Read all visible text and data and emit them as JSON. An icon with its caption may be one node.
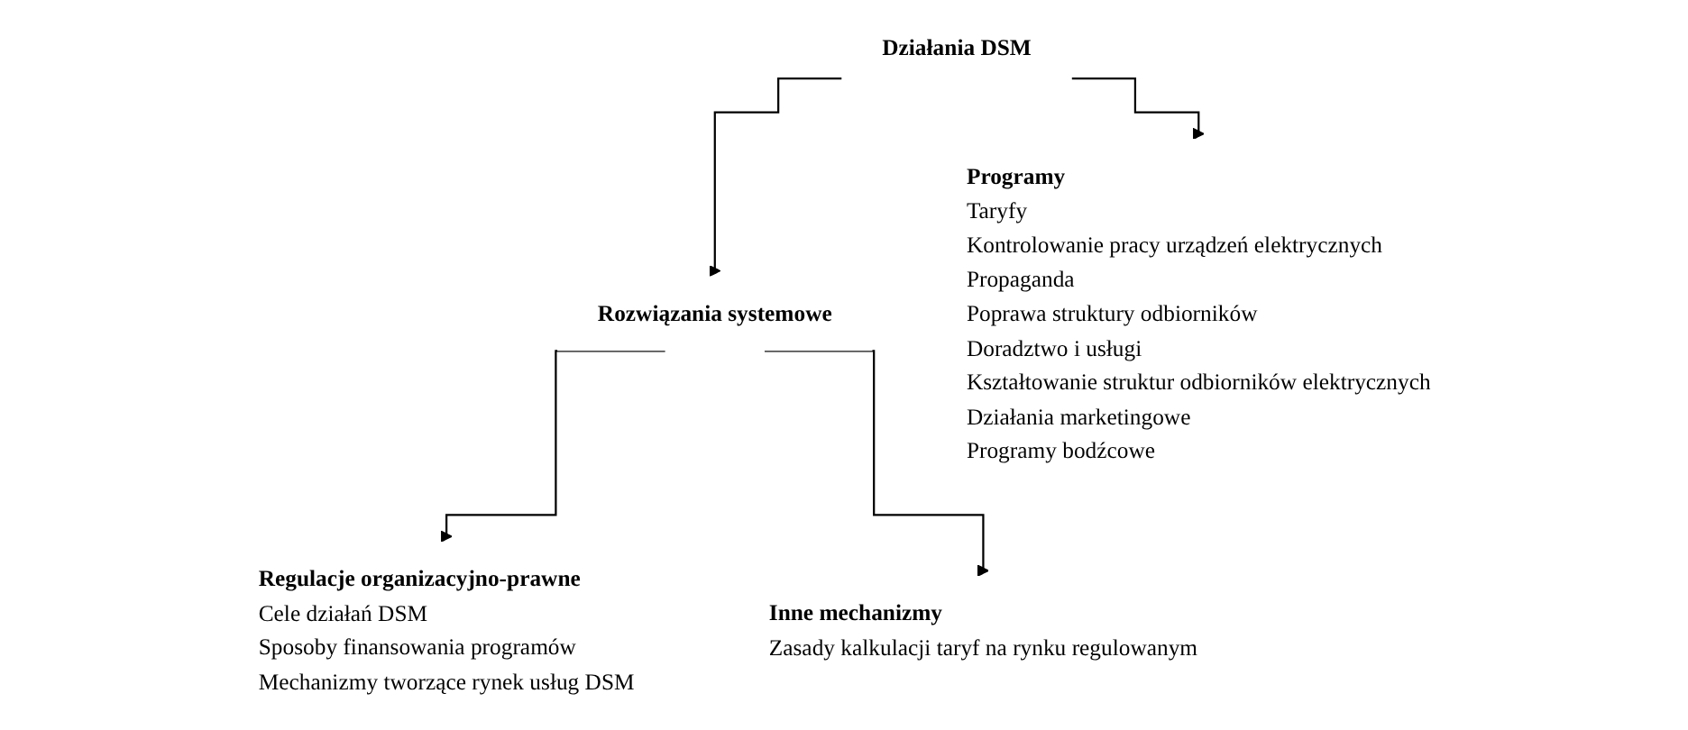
{
  "diagram": {
    "nodes": [
      {
        "text": [
          "Działania DSM"
        ]
      },
      {
        "text": [
          "Rozwiązania systemowe"
        ]
      },
      {
        "text": [
          "Programy",
          "Taryfy",
          "Kontrolowanie pracy urządzeń elektrycznych",
          "Propaganda",
          "Poprawa struktury odbiorników",
          "Doradztwo i usługi",
          "Kształtowanie struktur odbiorników elektrycznych",
          "Działania marketingowe",
          "Programy bodźcowe"
        ]
      },
      {
        "text": [
          "Regulacje organizacyjno-prawne",
          "Cele działań DSM",
          "Sposoby finansowania programów",
          "Mechanizmy tworzące rynek usług DSM"
        ]
      },
      {
        "text": [
          "Inne mechanizmy",
          "Zasady kalkulacji taryf na rynku regulowanym"
        ]
      }
    ],
    "edges": [
      {
        "from": 0,
        "to": 1,
        "arrow": "to"
      },
      {
        "from": 0,
        "to": 2,
        "arrow": "to"
      },
      {
        "from": 1,
        "to": 3,
        "arrow": "to"
      },
      {
        "from": 1,
        "to": 4,
        "arrow": "to"
      }
    ]
  }
}
